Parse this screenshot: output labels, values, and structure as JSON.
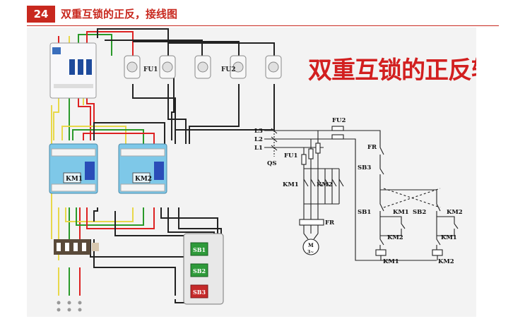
{
  "header": {
    "number": "24",
    "title": "双重互锁的正反，接线图"
  },
  "photo": {
    "big_title": "双重互锁的正反转控制",
    "fuse_labels": [
      "FU1",
      "FU2"
    ],
    "contactor_labels": [
      "KM1",
      "KM2"
    ],
    "button_labels": [
      "SB1",
      "SB2",
      "SB3"
    ]
  },
  "schematic": {
    "lines": [
      "L3",
      "L2",
      "L1"
    ],
    "qs": "QS",
    "fu1": "FU1",
    "fu2": "FU2",
    "fr_power": "FR",
    "fr_control": "FR",
    "sb3": "SB3",
    "km1_main": "KM1",
    "km2_main": "KM2",
    "sb1": "SB1",
    "km1_aux": "KM1",
    "sb2": "SB2",
    "km2_aux": "KM2",
    "km2_lock": "KM2",
    "km1_lock": "KM1",
    "km1_coil": "KM1",
    "km2_coil": "KM2",
    "motor_m": "M",
    "motor_phase": "3~"
  }
}
